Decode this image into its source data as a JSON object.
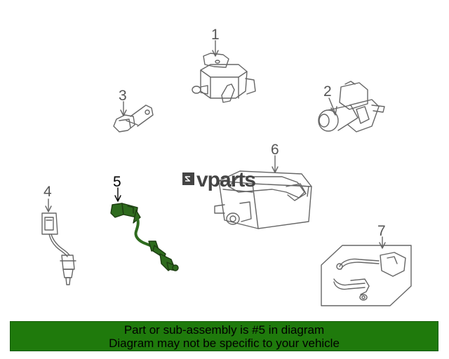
{
  "diagram": {
    "callouts": [
      {
        "id": "1",
        "label": "1"
      },
      {
        "id": "2",
        "label": "2"
      },
      {
        "id": "3",
        "label": "3"
      },
      {
        "id": "4",
        "label": "4"
      },
      {
        "id": "5",
        "label": "5",
        "highlighted": true
      },
      {
        "id": "6",
        "label": "6"
      },
      {
        "id": "7",
        "label": "7"
      }
    ],
    "watermark": "vparts",
    "highlight_color": "#2e6b1e",
    "line_color": "#666666"
  },
  "banner": {
    "line1": "Part or sub-assembly is #5 in diagram",
    "line2": "Diagram may not be specific to your vehicle",
    "background": "#1f7a0c"
  }
}
